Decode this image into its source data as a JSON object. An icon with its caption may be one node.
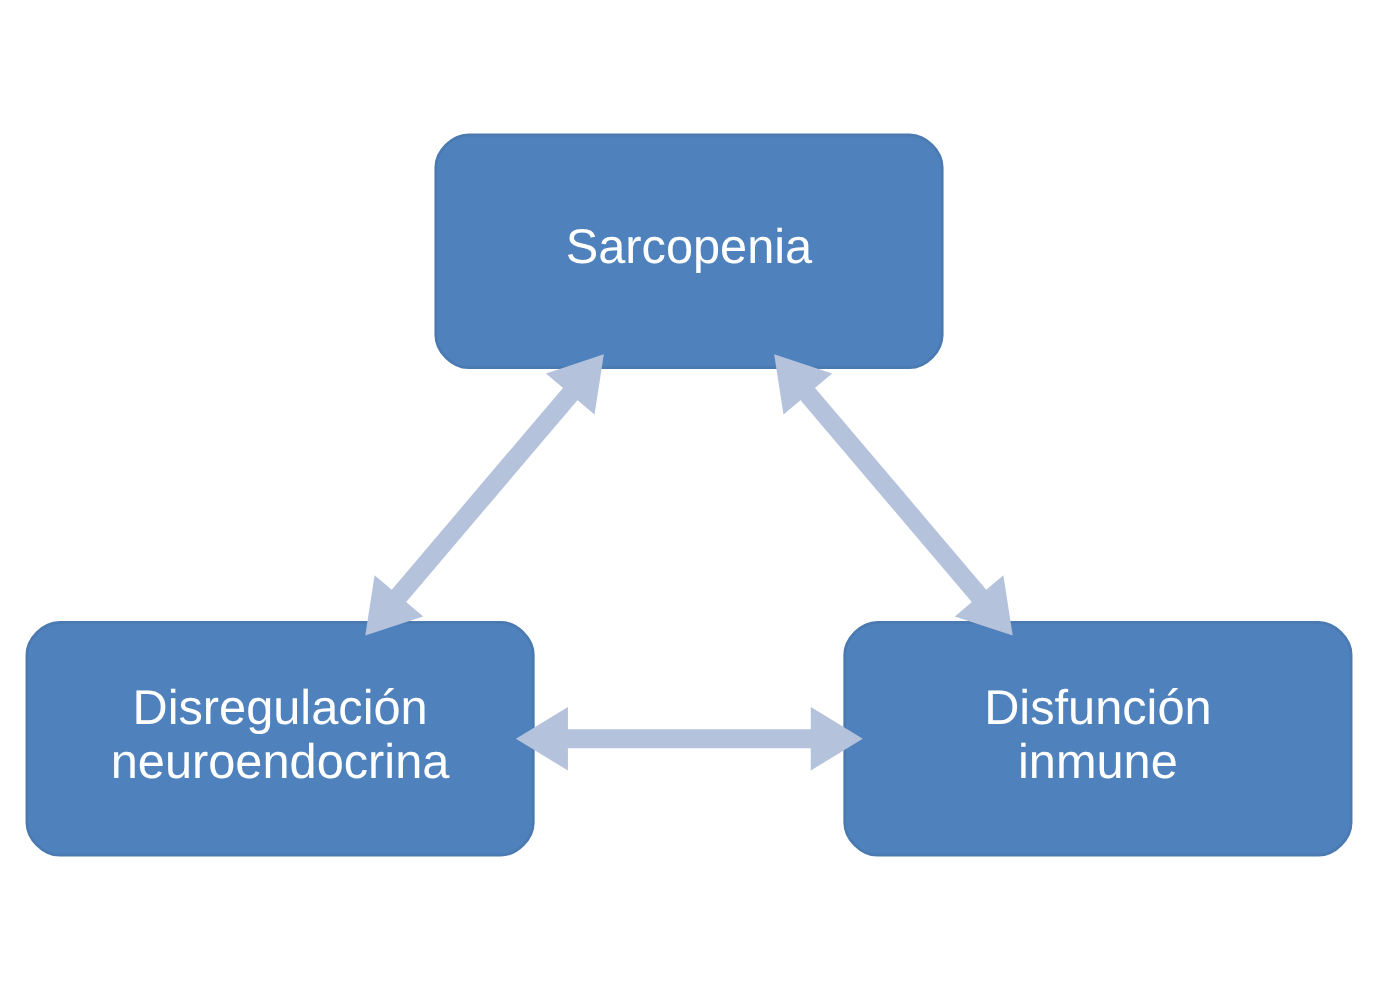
{
  "diagram": {
    "nodes": [
      {
        "text": [
          "Sarcopenia"
        ]
      },
      {
        "text": [
          "Disregulación neuroendocrina"
        ]
      },
      {
        "text": [
          "Disfunción inmune"
        ]
      }
    ],
    "edges": [
      {
        "from": 0,
        "to": 1,
        "arrow": "both"
      },
      {
        "from": 0,
        "to": 2,
        "arrow": "both"
      },
      {
        "from": 1,
        "to": 2,
        "arrow": "both"
      }
    ]
  }
}
